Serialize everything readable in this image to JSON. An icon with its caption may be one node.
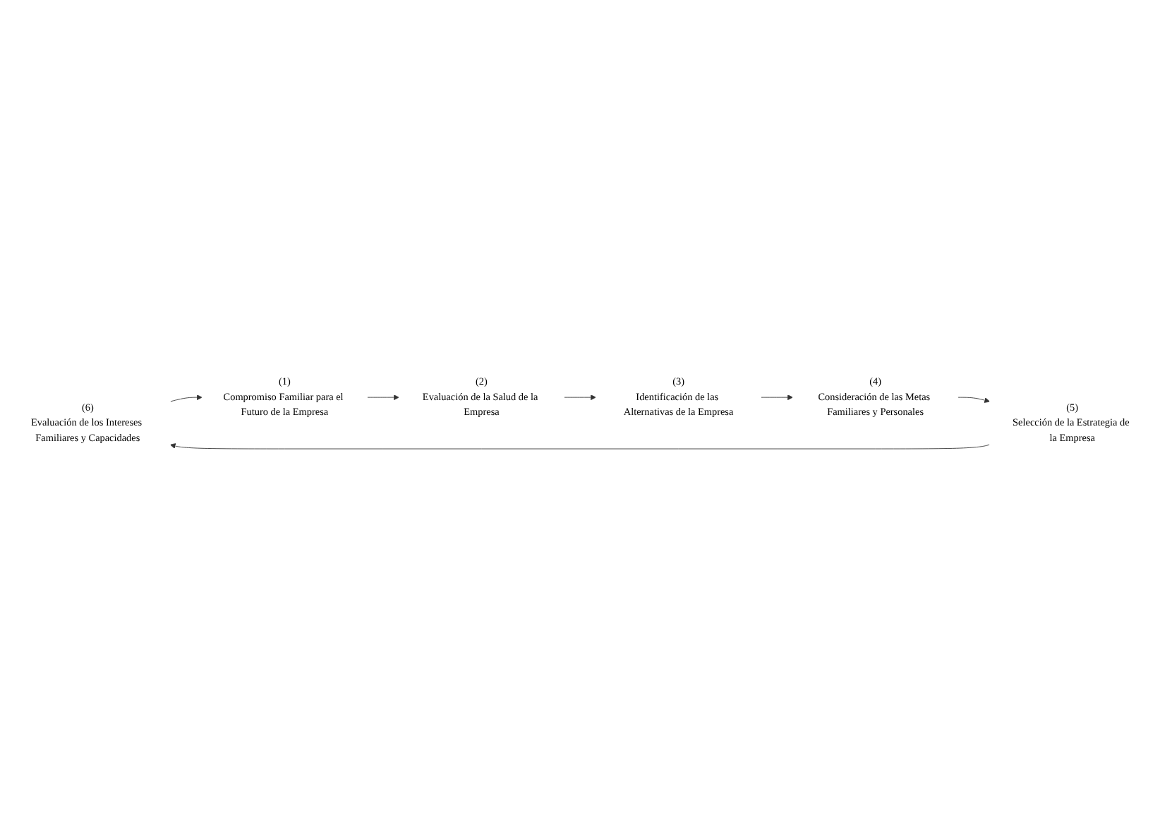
{
  "diagram": {
    "nodes": [
      {
        "text": [
          "(6)",
          "Evaluación de los Intereses Familiares y Capacidades"
        ]
      },
      {
        "text": [
          "(5)",
          "Selección de la Estrategia de la Empresa"
        ]
      },
      {
        "text": [
          "(1)",
          "Compromiso Familiar para el Futuro de la Empresa"
        ]
      },
      {
        "text": [
          "(4)",
          "Consideración de las Metas Familiares y Personales"
        ]
      },
      {
        "text": [
          "(2)",
          "Evaluación de la Salud de la Empresa"
        ]
      },
      {
        "text": [
          "(3)",
          "Identificación de las Alternativas de la Empresa"
        ]
      }
    ],
    "edges": [
      {
        "from": 0,
        "to": 2,
        "arrow": "to"
      },
      {
        "from": 2,
        "to": 4,
        "arrow": "to"
      },
      {
        "from": 4,
        "to": 5,
        "arrow": "to"
      },
      {
        "from": 5,
        "to": 3,
        "arrow": "to"
      },
      {
        "from": 3,
        "to": 1,
        "arrow": "to"
      },
      {
        "from": 1,
        "to": 0,
        "arrow": "to"
      }
    ]
  }
}
